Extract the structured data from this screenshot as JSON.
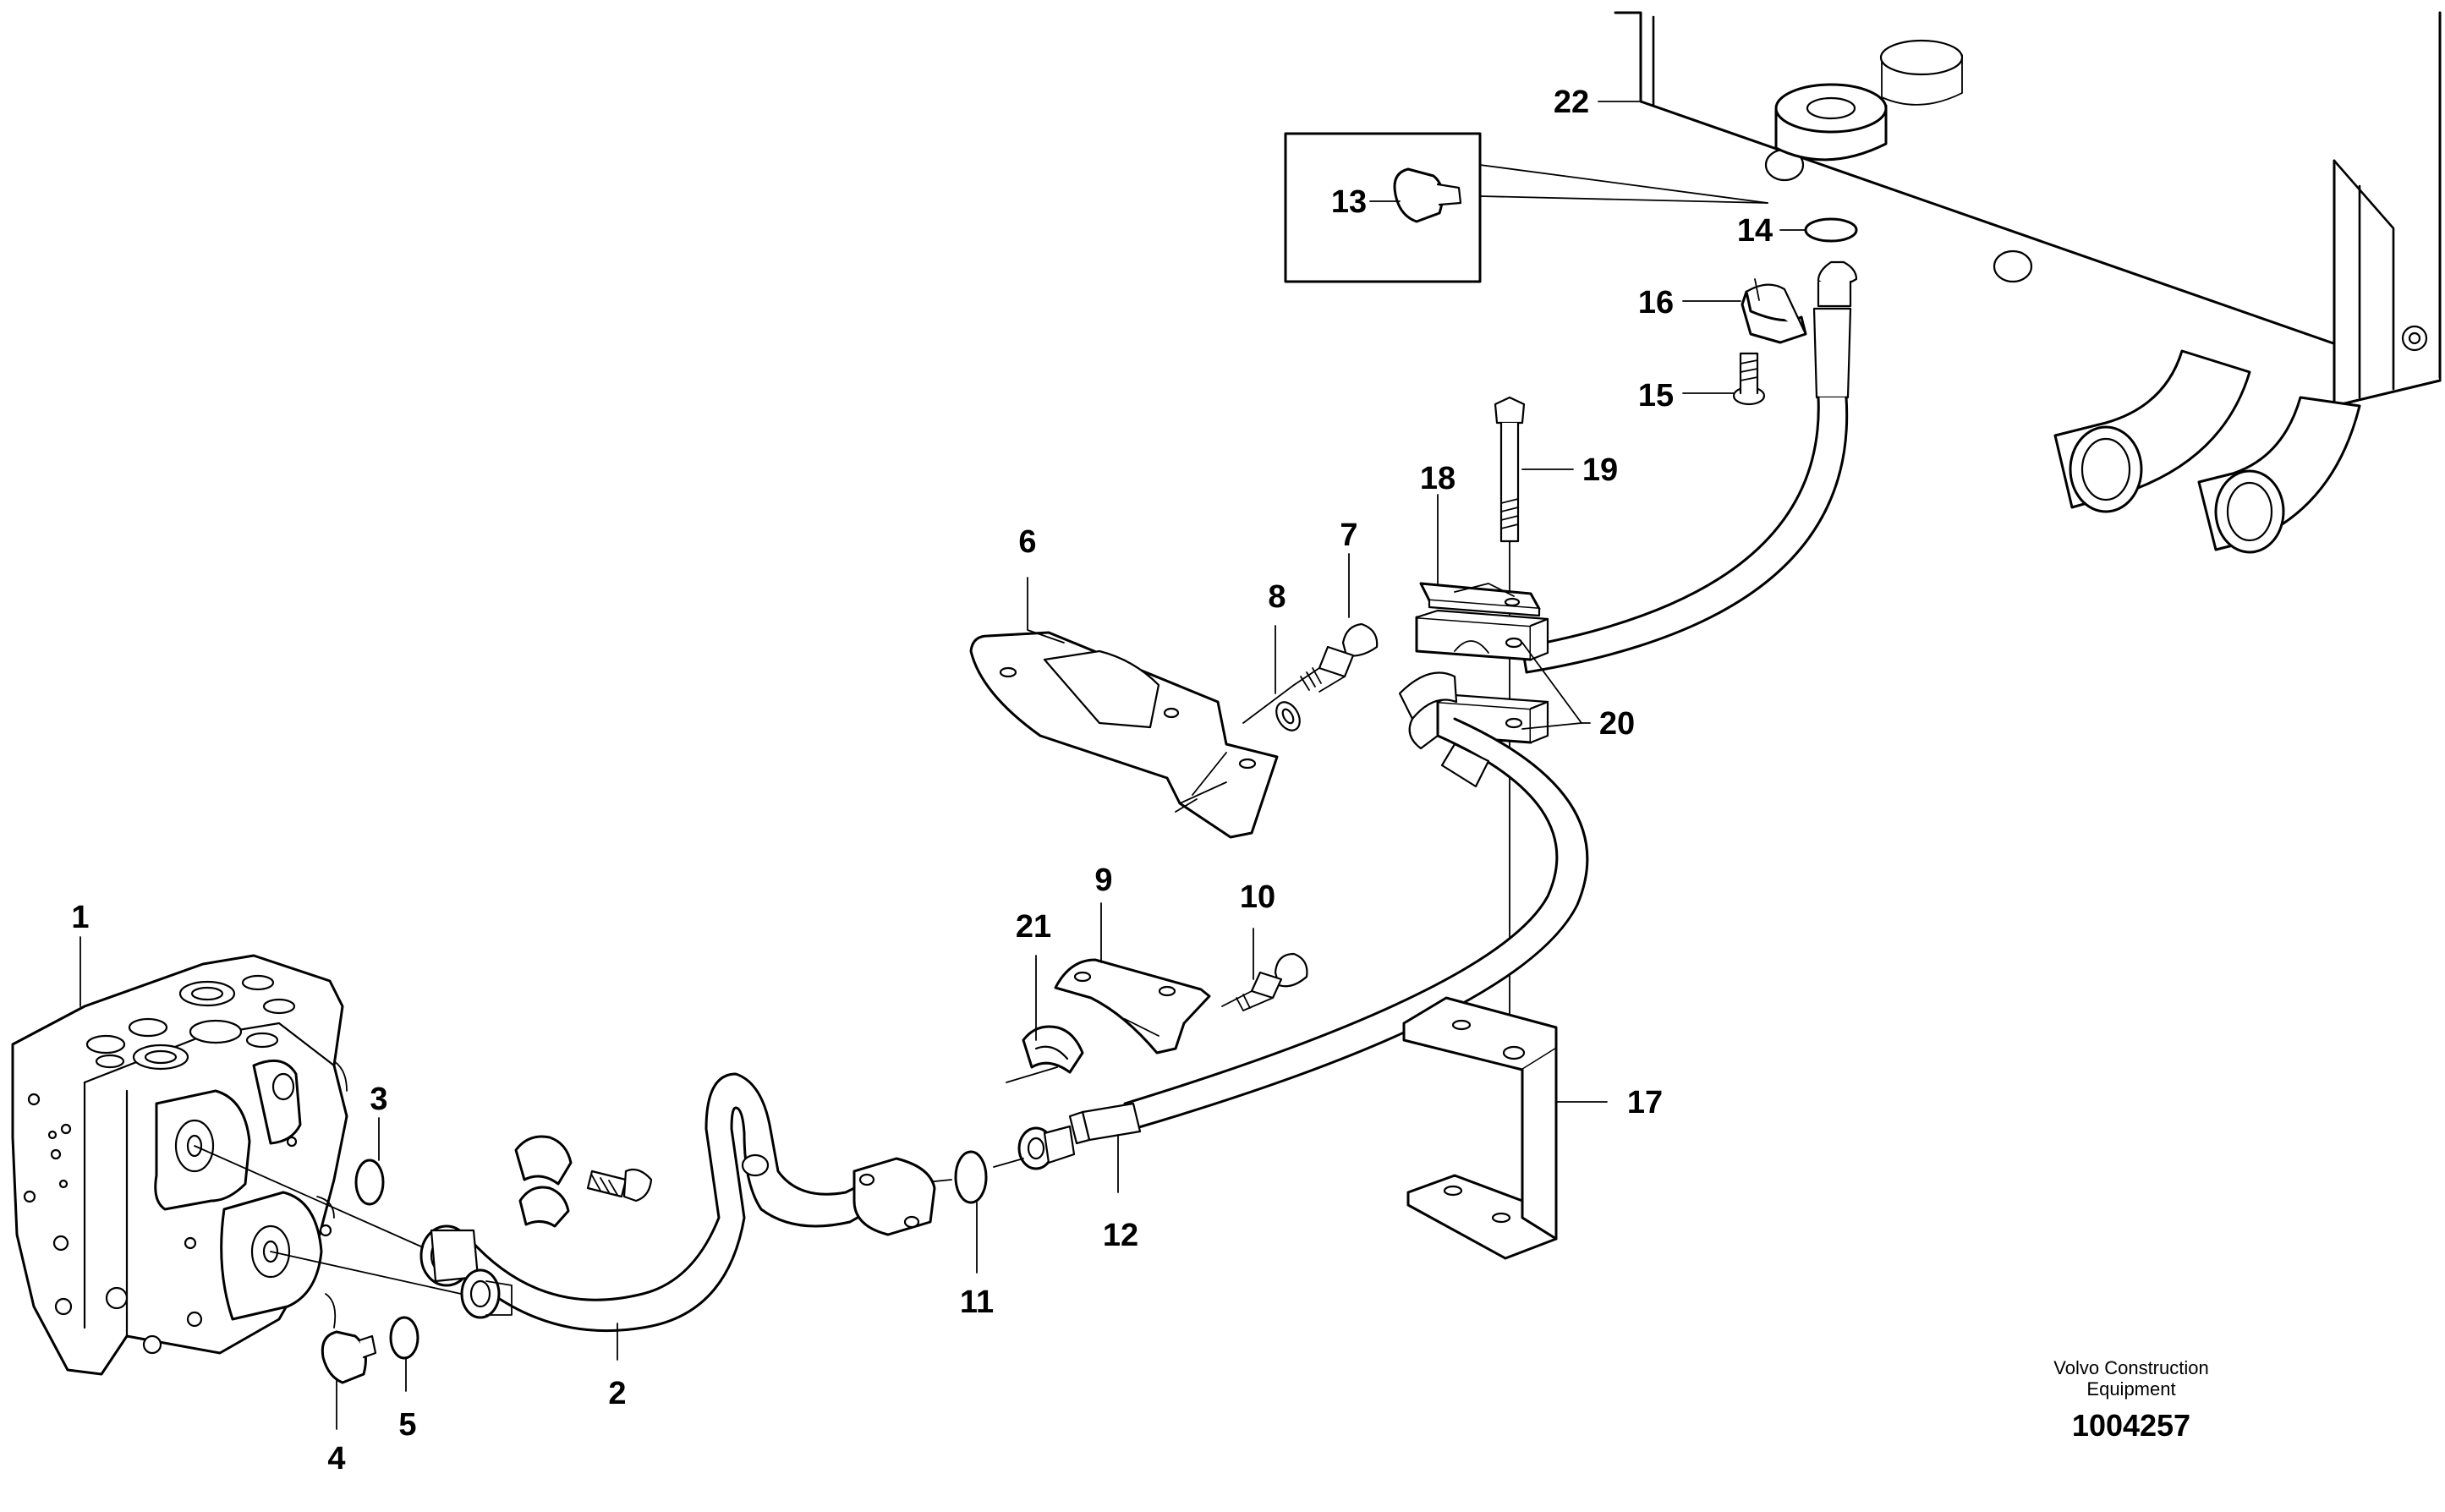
{
  "parts": [
    {
      "id": "1",
      "label": "1"
    },
    {
      "id": "2",
      "label": "2"
    },
    {
      "id": "3",
      "label": "3"
    },
    {
      "id": "4",
      "label": "4"
    },
    {
      "id": "5",
      "label": "5"
    },
    {
      "id": "6",
      "label": "6"
    },
    {
      "id": "7",
      "label": "7"
    },
    {
      "id": "8",
      "label": "8"
    },
    {
      "id": "9",
      "label": "9"
    },
    {
      "id": "10",
      "label": "10"
    },
    {
      "id": "11",
      "label": "11"
    },
    {
      "id": "12",
      "label": "12"
    },
    {
      "id": "13",
      "label": "13"
    },
    {
      "id": "14",
      "label": "14"
    },
    {
      "id": "15",
      "label": "15"
    },
    {
      "id": "16",
      "label": "16"
    },
    {
      "id": "17",
      "label": "17"
    },
    {
      "id": "18",
      "label": "18"
    },
    {
      "id": "19",
      "label": "19"
    },
    {
      "id": "20",
      "label": "20"
    },
    {
      "id": "21",
      "label": "21"
    },
    {
      "id": "22",
      "label": "22"
    }
  ],
  "footer": {
    "brand_line1": "Volvo Construction",
    "brand_line2": "Equipment",
    "document_number": "1004257"
  }
}
